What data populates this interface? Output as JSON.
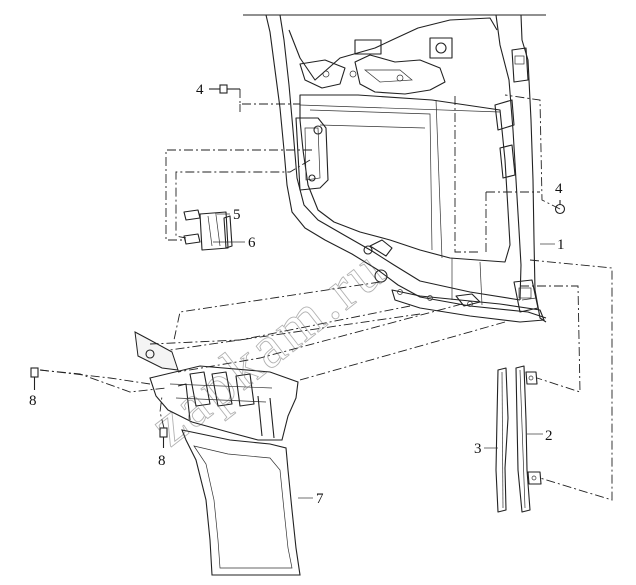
{
  "watermark": "zapkam.ru",
  "callouts": {
    "c1": "1",
    "c2": "2",
    "c3": "3",
    "c4a": "4",
    "c4b": "4",
    "c5": "5",
    "c6": "6",
    "c7": "7",
    "c8a": "8",
    "c8b": "8"
  }
}
